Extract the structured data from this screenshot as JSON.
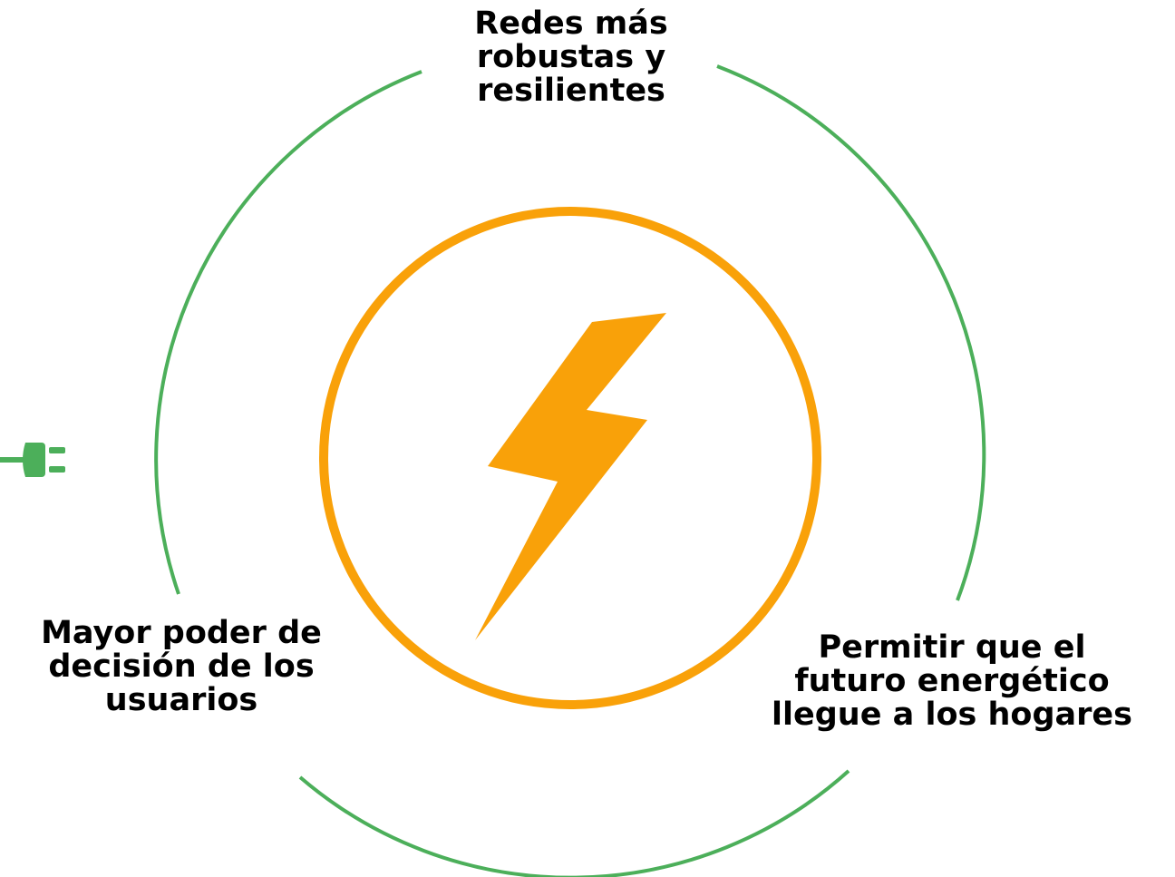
{
  "diagram": {
    "outer_ring_color": "#4caf5a",
    "inner_ring_color": "#f9a109",
    "bolt_color": "#f9a109",
    "plug_color": "#4caf5a",
    "center_icon": "lightning-bolt-icon",
    "side_icon": "plug-icon",
    "labels": {
      "top": "Redes más\nrobustas y\nresilientes",
      "left": "Mayor poder de\ndecisión de los\nusuarios",
      "right": "Permitir que el\nfuturo energético\nllegue a los hogares"
    }
  }
}
